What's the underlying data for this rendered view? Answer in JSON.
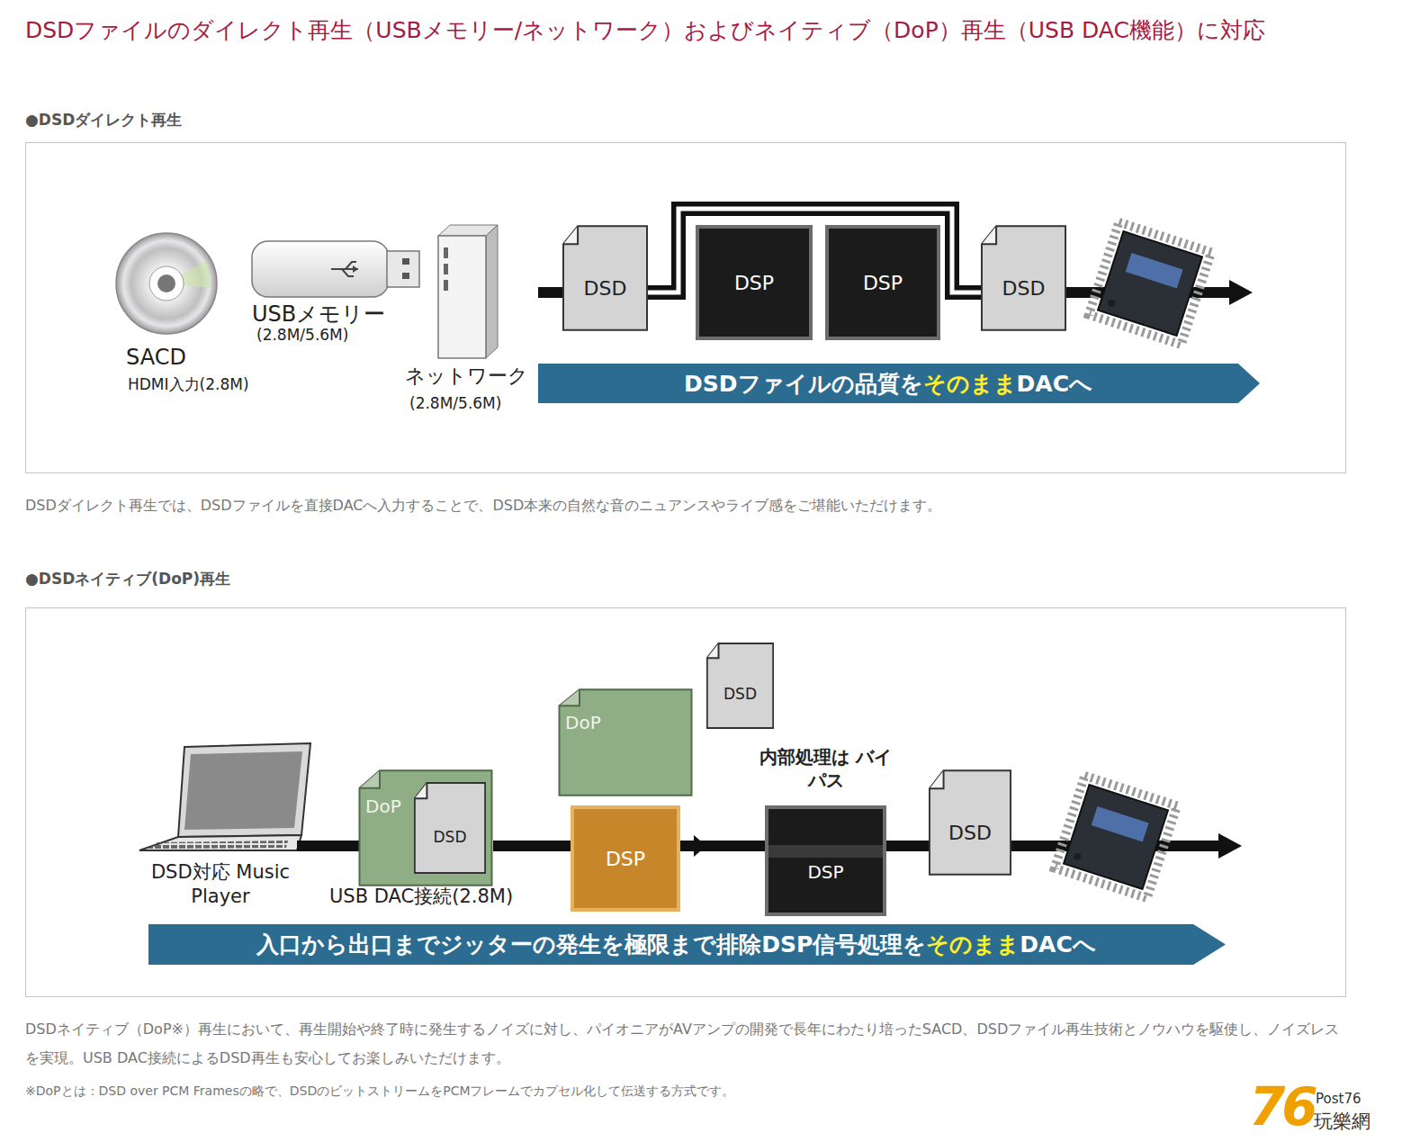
{
  "diagram": {
    "title": "DSDファイルのダイレクト再生（USBメモリー/ネットワーク）およびネイティブ（DoP）再生（USB DAC機能）に対応",
    "nodes": [
      {
        "text": [
          "DSD"
        ]
      },
      {
        "text": [
          "DSP"
        ]
      },
      {
        "text": [
          "DSP"
        ]
      },
      {
        "text": [
          "DSD"
        ]
      },
      {
        "text": [
          "DSDファイルの品質を",
          "そのまま",
          "DACへ"
        ]
      },
      {
        "text": [
          "DoP"
        ]
      },
      {
        "text": [
          "DSD"
        ],
        "in": 5
      },
      {
        "text": [
          "DoP"
        ]
      },
      {
        "text": [
          "DSD"
        ]
      },
      {
        "text": [
          "DSP"
        ]
      },
      {
        "text": [
          "内部処理は バイパス",
          "DSP"
        ]
      },
      {
        "text": [
          "DSD"
        ]
      },
      {
        "text": [
          "入口から出口までジッターの発生を極限まで排除DSP信号処理を",
          "そのまま",
          "DACへ"
        ]
      }
    ],
    "edges": [
      {
        "from": 0,
        "to": 3,
        "arrow": "none"
      },
      {
        "from": 7,
        "to": 8,
        "arrow": "to"
      },
      {
        "from": 5,
        "to": 9,
        "arrow": "none"
      },
      {
        "from": 9,
        "to": 10,
        "arrow": "none"
      },
      {
        "from": 10,
        "to": 11,
        "arrow": "none"
      }
    ],
    "labels": [
      "●DSDダイレクト再生",
      "SACD",
      "HDMI入力(2.8M)",
      "USBメモリー",
      "(2.8M/5.6M)",
      "ネットワーク",
      "(2.8M/5.6M)",
      "DSDダイレクト再生では、DSDファイルを直接DACへ入力することで、DSD本来の自然な音のニュアンスやライブ感をご堪能いただけます。",
      "●DSDネイティブ(DoP)再生",
      "DSD対応 Music Player",
      "USB DAC接続(2.8M)",
      "DSDネイティブ（DoP※）再生において、再生開始や終了時に発生するノイズに対し、パイオニアがAVアンプの開発で長年にわたり培ったSACD、DSDファイル再生技術とノウハウを駆使し、ノイズレスを実現。USB DAC接続によるDSD再生も安心してお楽しみいただけます。",
      "※DoPとは：DSD over PCM Framesの略で、DSDのビットストリームをPCMフレームでカプセル化して伝送する方式です。",
      "76",
      "Post76",
      "玩樂網"
    ]
  }
}
